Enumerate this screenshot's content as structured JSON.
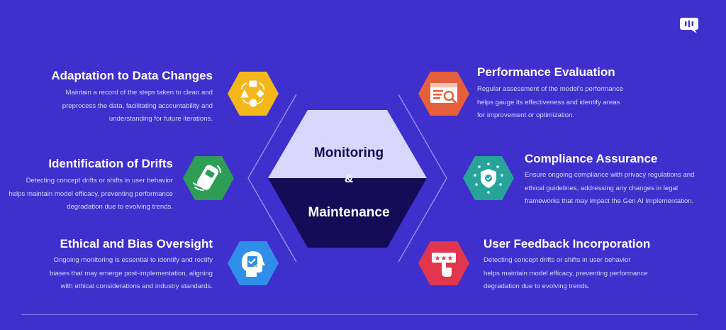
{
  "center": {
    "line1": "Monitoring",
    "line2": "&",
    "line3": "Maintenance"
  },
  "items": [
    {
      "title": "Adaptation to Data Changes",
      "desc": "Maintain a record of the steps taken to clean and preprocess the data, facilitating accountability and understanding for future iterations.",
      "icon": "workflow-icon",
      "color": "#f3b71b"
    },
    {
      "title": "Identification of Drifts",
      "desc": "Detecting concept drifts or shifts in user behavior helps maintain model efficacy, preventing performance degradation due to evolving trends.",
      "icon": "drifting-car-icon",
      "color": "#2e9d55"
    },
    {
      "title": "Ethical and Bias Oversight",
      "desc": "Ongoing monitoring is essential to identify and rectify biases that may emerge post-implementation, aligning with ethical considerations and industry standards.",
      "icon": "head-checklist-icon",
      "color": "#2f8fe8"
    },
    {
      "title": "Performance Evaluation",
      "desc": "Regular assessment of the model's performance helps gauge its effectiveness and identify areas for improvement or optimization.",
      "icon": "report-magnifier-icon",
      "color": "#e5603a"
    },
    {
      "title": "Compliance Assurance",
      "desc": "Ensure ongoing compliance with privacy regulations and ethical guidelines, addressing any changes in legal frameworks that may impact the Gen AI implementation.",
      "icon": "shield-stars-icon",
      "color": "#27a49a"
    },
    {
      "title": "User Feedback Incorporation",
      "desc": "Detecting concept drifts or shifts in user behavior helps maintain model efficacy, preventing performance degradation due to evolving trends.",
      "icon": "rating-hand-icon",
      "color": "#e2364f"
    }
  ],
  "colors": {
    "background": "#3f2fcc",
    "center_top": "#d8d6fb",
    "center_bottom": "#150b57"
  },
  "logo_icon": "chat-bubble-icon"
}
